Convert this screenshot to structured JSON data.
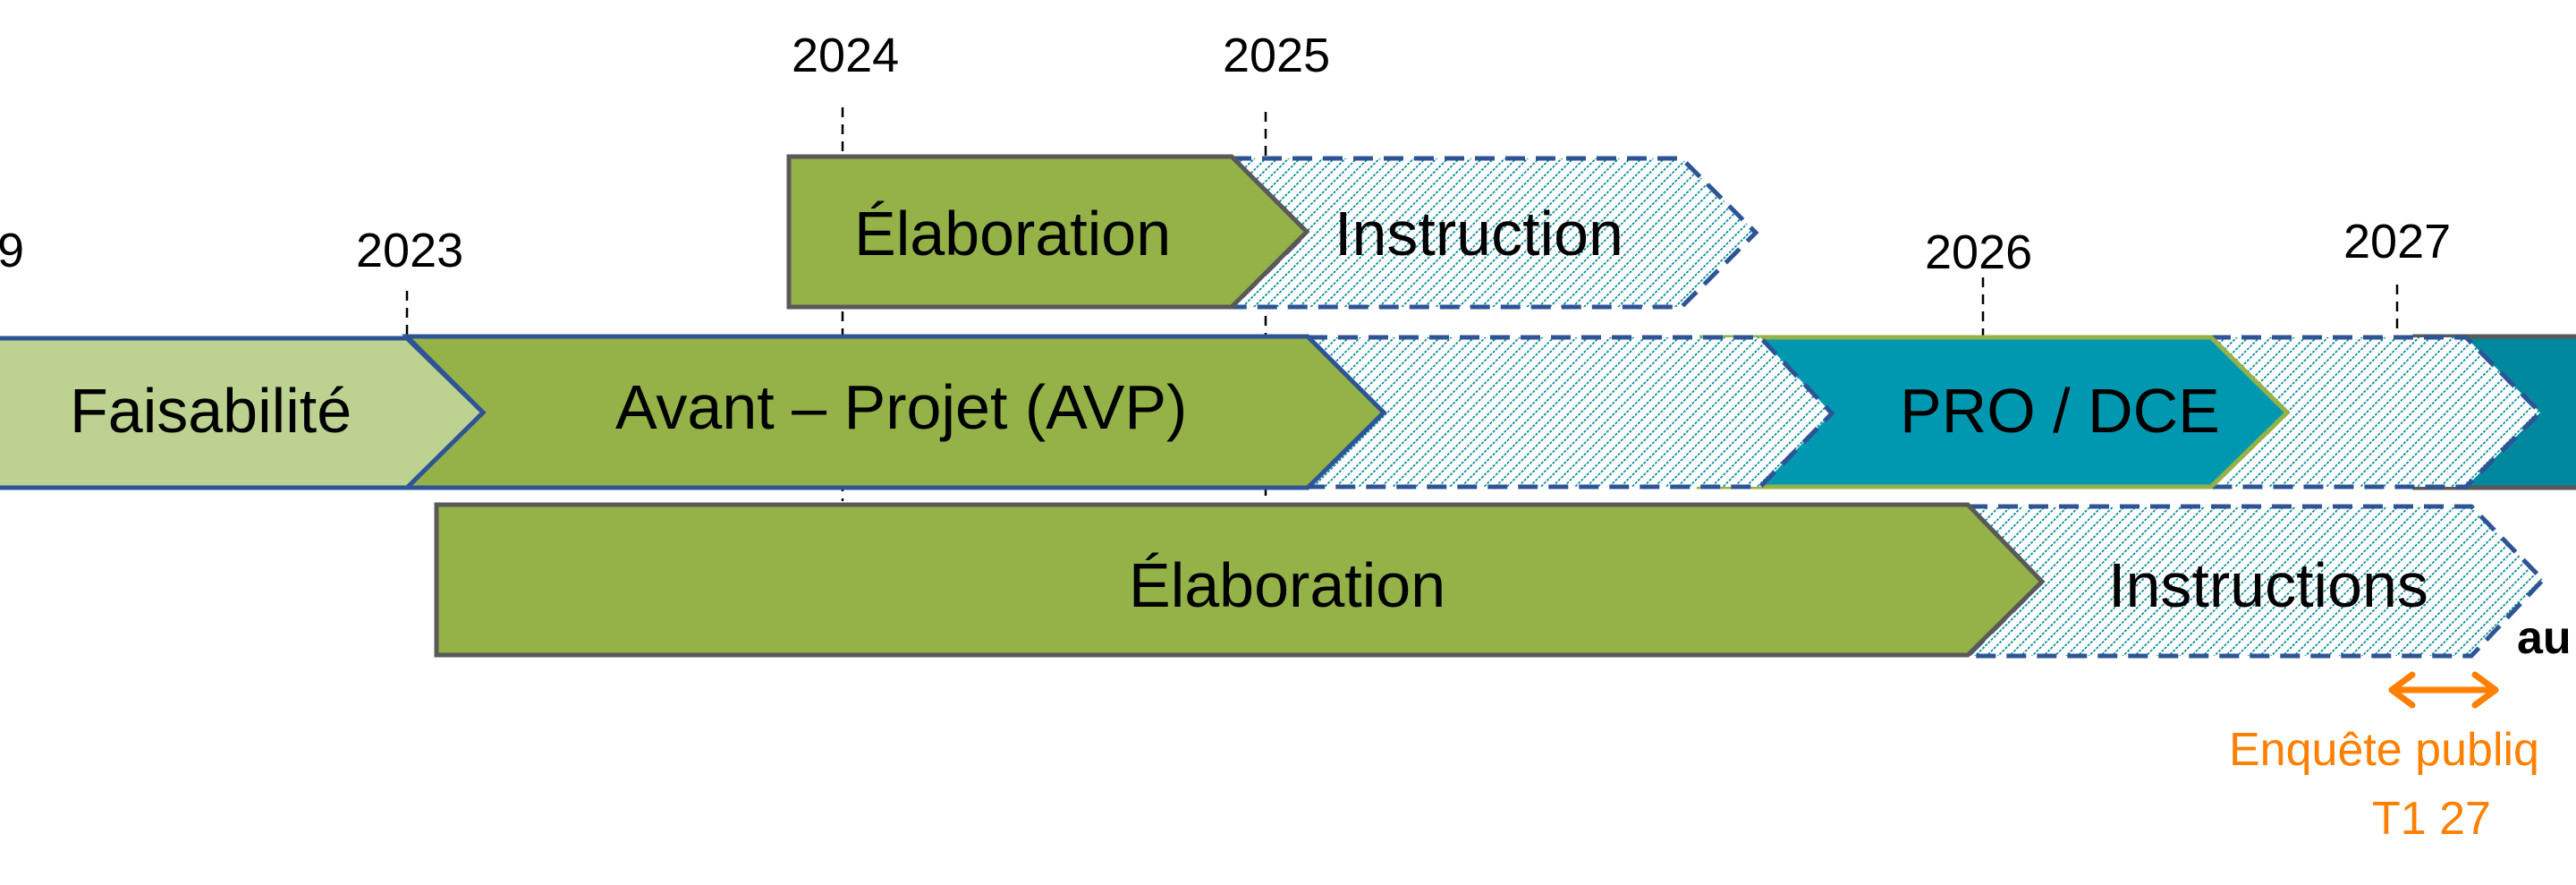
{
  "colors": {
    "light_green": "#BDD290",
    "green": "#94B247",
    "teal": "#0098B0",
    "dark_teal": "#00889F",
    "hatch": "#00879A",
    "blue_border": "#2F5496",
    "gray_border": "#595959",
    "orange": "#FF8000"
  },
  "years": [
    {
      "label": "9",
      "id": "2019"
    },
    {
      "label": "2023",
      "id": "2023"
    },
    {
      "label": "2024",
      "id": "2024"
    },
    {
      "label": "2025",
      "id": "2025"
    },
    {
      "label": "2026",
      "id": "2026"
    },
    {
      "label": "2027",
      "id": "2027"
    }
  ],
  "top_row": {
    "elaboration": "Élaboration",
    "instruction": "Instruction"
  },
  "main_row": {
    "faisabilite": "Faisabilité",
    "avp": "Avant – Projet (AVP)",
    "pro_dce": "PRO / DCE"
  },
  "bottom_row": {
    "elaboration": "Élaboration",
    "instructions": "Instructions"
  },
  "annotations": {
    "side_label": "au",
    "enquete_line1": "Enquête publiq",
    "enquete_line2": "T1 27"
  }
}
